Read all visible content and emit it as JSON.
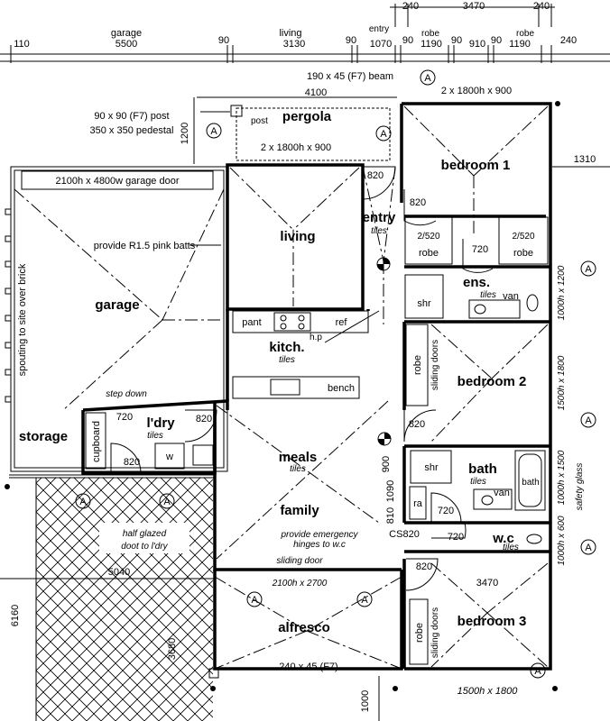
{
  "top_dims": {
    "row1": [
      "240",
      "3470",
      "240"
    ],
    "row2": [
      "110",
      "5500",
      "90",
      "3130",
      "90",
      "1070",
      "90",
      "1190",
      "90",
      "910",
      "90",
      "1190",
      "240"
    ],
    "row2_labels": {
      "garage": "garage",
      "living": "living",
      "entry": "entry",
      "robe1": "robe",
      "robe2": "robe"
    }
  },
  "rooms": {
    "garage": "garage",
    "storage": "storage",
    "pergola": "pergola",
    "living": "living",
    "entry": "entry",
    "bedroom1": "bedroom 1",
    "ens": "ens.",
    "kitch": "kitch.",
    "bedroom2": "bedroom 2",
    "ldry": "l'dry",
    "meals": "meals",
    "family": "family",
    "bath": "bath",
    "wc": "w.c",
    "bedroom3": "bedroom 3",
    "alfresco": "alfresco"
  },
  "finish": {
    "tiles": "tiles"
  },
  "labels": {
    "beam": "190 x 45 (F7) beam",
    "dim_4100": "4100",
    "post1": "90 x 90 (F7) post",
    "post2": "350 x 350 pedestal",
    "post_small": "post",
    "dim_1200": "1200",
    "window_pergola": "2 x 1800h x 900",
    "window_bed1": "2 x 1800h x 900",
    "garage_door": "2100h x 4800w garage door",
    "batts": "provide R1.5 pink batts",
    "spouting": "spouting to site over brick",
    "dim_1310": "1310",
    "door_820": "820",
    "door_720": "720",
    "robe_door": "2/520",
    "robe": "robe",
    "shr": "shr",
    "van": "van",
    "win_1000x1200": "1000h x 1200",
    "pant": "pant",
    "ref": "ref",
    "hp": "h.p",
    "bench": "bench",
    "sliding_doors": "sliding doors",
    "win_1500x1800": "1500h x 1800",
    "step_down": "step down",
    "cupboard": "cupboard",
    "w": "w",
    "dim_900": "900",
    "dim_810": "810",
    "dim_1090": "1090",
    "ra": "ra",
    "win_1000x1500": "1000h x 1500",
    "safety_glass": "safety glass",
    "emergency1": "provide emergency",
    "emergency2": "hinges to w.c",
    "cs820": "CS820",
    "win_1000x600": "1000h x 600",
    "sliding_door": "sliding door",
    "door_2100x2700": "2100h x 2700",
    "dim_3470": "3470",
    "glazed1": "half glazed",
    "glazed2": "doot to l'dry",
    "dim_5040": "5040",
    "dim_6160": "6160",
    "dim_3680": "3680",
    "beam_alfresco": "240 x 45 (F7)",
    "dim_1000": "1000",
    "win_bed3": "1500h x 1800",
    "marker_a": "A"
  }
}
